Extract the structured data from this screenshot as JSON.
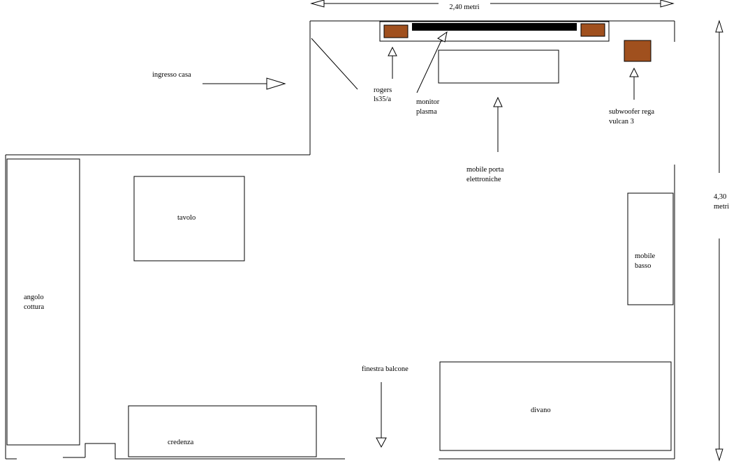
{
  "colors": {
    "speaker_fill": "#a0501e",
    "monitor_fill": "#000000",
    "line": "#000000",
    "background": "#ffffff"
  },
  "dimensions": {
    "width_label": "2,40 metri",
    "height_label_line1": "4,30",
    "height_label_line2": "metri"
  },
  "labels": {
    "entrance": "ingresso casa",
    "rogers_line1": "rogers",
    "rogers_line2": "ls35/a",
    "monitor_line1": "monitor",
    "monitor_line2": "plasma",
    "subwoofer_line1": "subwoofer rega",
    "subwoofer_line2": "vulcan 3",
    "electronics_line1": "mobile porta",
    "electronics_line2": "elettroniche",
    "table": "tavolo",
    "kitchen_line1": "angolo",
    "kitchen_line2": "cottura",
    "low_cabinet_line1": "mobile",
    "low_cabinet_line2": "basso",
    "window": "finestra balcone",
    "sideboard": "credenza",
    "sofa": "divano"
  }
}
